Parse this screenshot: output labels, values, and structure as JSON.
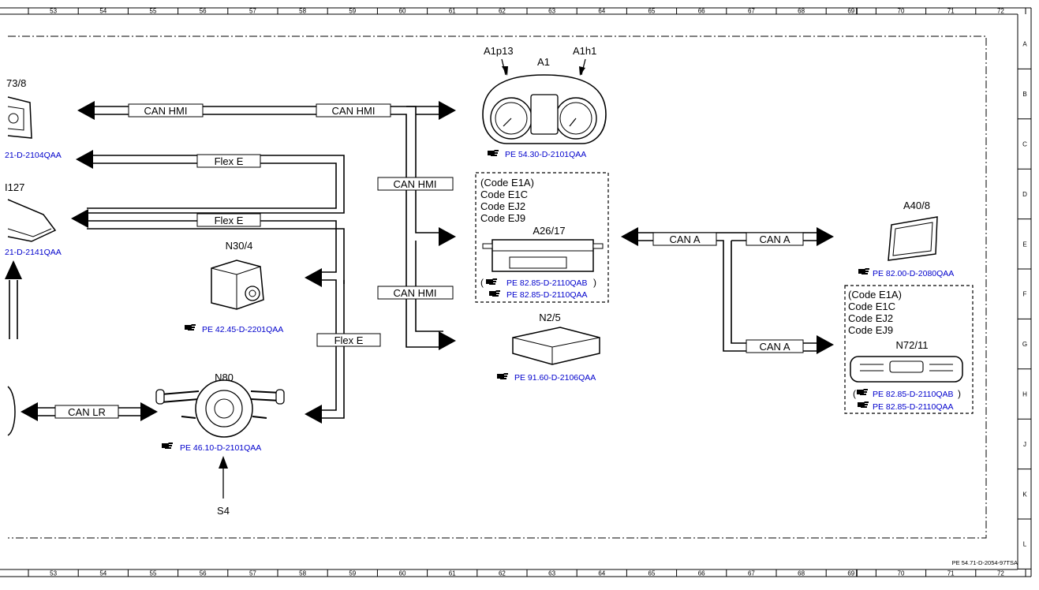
{
  "grid": {
    "columns": [
      "53",
      "54",
      "55",
      "56",
      "57",
      "58",
      "59",
      "60",
      "61",
      "62",
      "63",
      "64",
      "65",
      "66",
      "67",
      "68",
      "69",
      "70",
      "71",
      "72"
    ],
    "rows": [
      "A",
      "B",
      "C",
      "D",
      "E",
      "F",
      "G",
      "H",
      "J",
      "K",
      "L"
    ]
  },
  "labels": {
    "can_hmi": "CAN HMI",
    "flex_e": "Flex E",
    "can_a": "CAN A",
    "can_lr": "CAN LR"
  },
  "components": {
    "a73": "73/8",
    "n127": "I127",
    "a1": "A1",
    "a1p13": "A1p13",
    "a1h1": "A1h1",
    "a26": "A26/17",
    "n30": "N30/4",
    "n2": "N2/5",
    "n80": "N80",
    "s4": "S4",
    "a40": "A40/8",
    "n72": "N72/11"
  },
  "codes": {
    "a26": [
      "(Code E1A)",
      "Code E1C",
      "Code EJ2",
      "Code EJ9"
    ],
    "n72": [
      "(Code E1A)",
      "Code E1C",
      "Code EJ2",
      "Code EJ9"
    ]
  },
  "refs": {
    "a73": "21-D-2104QAA",
    "n127": "21-D-2141QAA",
    "a1": "PE 54.30-D-2101QAA",
    "a26_opt": "PE 82.85-D-2110QAB",
    "a26": "PE 82.85-D-2110QAA",
    "n30": "PE 42.45-D-2201QAA",
    "n2": "PE 91.60-D-2106QAA",
    "n80": "PE 46.10-D-2101QAA",
    "a40": "PE 82.00-D-2080QAA",
    "n72_opt": "PE 82.85-D-2110QAB",
    "n72": "PE 82.85-D-2110QAA"
  },
  "doc_id": "PE 54.71-D-2054-97TSA",
  "icons": [
    "reference-hand-icon"
  ]
}
